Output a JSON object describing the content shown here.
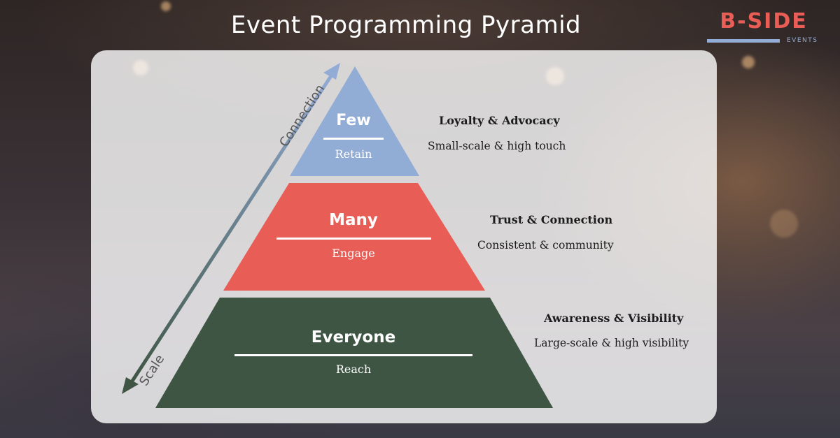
{
  "title": "Event Programming Pyramid",
  "logo": {
    "main": "B-SIDE",
    "sub": "EVENTS"
  },
  "colors": {
    "top_tier": "#91acd5",
    "middle_tier": "#e85d56",
    "bottom_tier": "#3e5543",
    "connection_arrow": "#93acd6",
    "scale_arrow": "#3e5543",
    "logo": "#e85d55"
  },
  "tiers": [
    {
      "label": "Few",
      "sublabel": "Retain",
      "heading": "Loyalty & Advocacy",
      "description": "Small-scale & high touch"
    },
    {
      "label": "Many",
      "sublabel": "Engage",
      "heading": "Trust & Connection",
      "description": "Consistent & community"
    },
    {
      "label": "Everyone",
      "sublabel": "Reach",
      "heading": "Awareness & Visibility",
      "description": "Large-scale & high visibility"
    }
  ],
  "axes": {
    "up": "Connection",
    "down": "Scale"
  }
}
